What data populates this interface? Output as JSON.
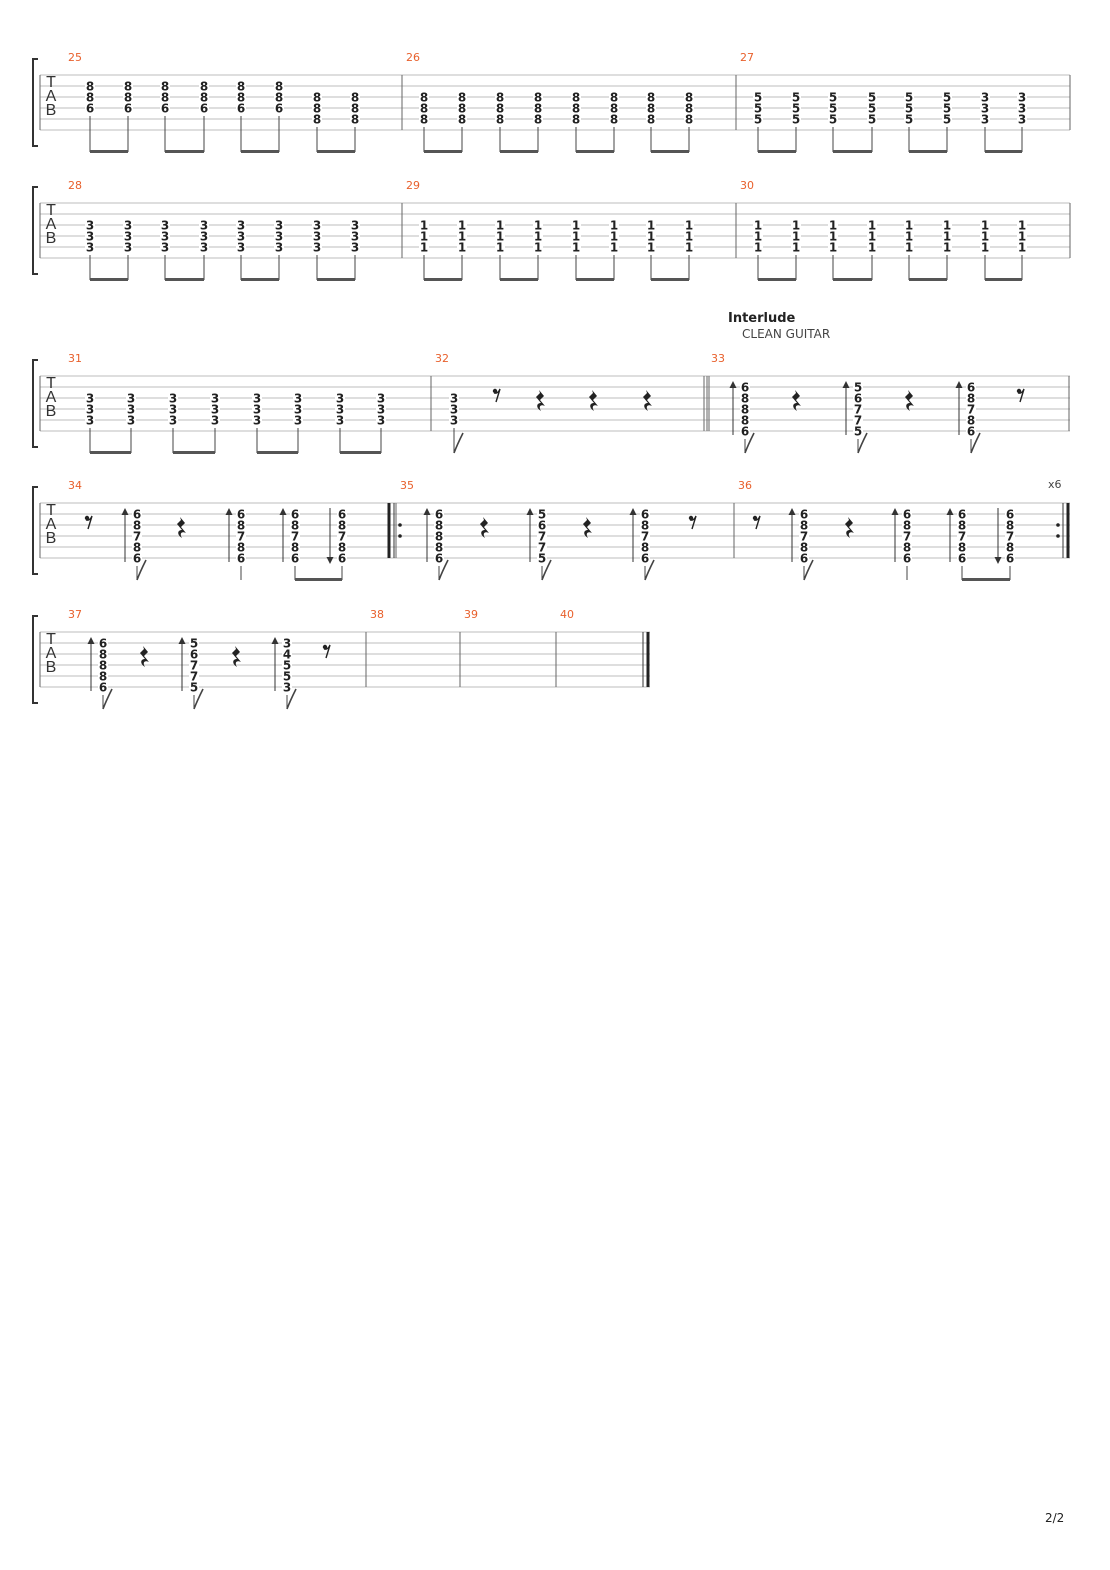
{
  "page": {
    "number": "2/2"
  },
  "section": {
    "title": "Interlude",
    "subtitle": "CLEAN GUITAR"
  },
  "tab_clef": [
    "T",
    "A",
    "B"
  ],
  "repeat": {
    "count_label": "x6"
  },
  "systems": [
    {
      "measures": [
        {
          "number": "25",
          "beats": [
            {
              "f": [
                null,
                "8",
                "8",
                "6",
                null,
                null
              ],
              "b": "p0"
            },
            {
              "f": [
                null,
                "8",
                "8",
                "6",
                null,
                null
              ],
              "b": "p1"
            },
            {
              "f": [
                null,
                "8",
                "8",
                "6",
                null,
                null
              ],
              "b": "p0"
            },
            {
              "f": [
                null,
                "8",
                "8",
                "6",
                null,
                null
              ],
              "b": "p1"
            },
            {
              "f": [
                null,
                "8",
                "8",
                "6",
                null,
                null
              ],
              "b": "p0"
            },
            {
              "f": [
                null,
                "8",
                "8",
                "6",
                null,
                null
              ],
              "b": "p1"
            },
            {
              "f": [
                null,
                null,
                "8",
                "8",
                "8",
                null
              ],
              "b": "p0"
            },
            {
              "f": [
                null,
                null,
                "8",
                "8",
                "8",
                null
              ],
              "b": "p1"
            }
          ]
        },
        {
          "number": "26",
          "beats": [
            {
              "f": [
                null,
                null,
                "8",
                "8",
                "8",
                null
              ],
              "b": "p0"
            },
            {
              "f": [
                null,
                null,
                "8",
                "8",
                "8",
                null
              ],
              "b": "p1"
            },
            {
              "f": [
                null,
                null,
                "8",
                "8",
                "8",
                null
              ],
              "b": "p0"
            },
            {
              "f": [
                null,
                null,
                "8",
                "8",
                "8",
                null
              ],
              "b": "p1"
            },
            {
              "f": [
                null,
                null,
                "8",
                "8",
                "8",
                null
              ],
              "b": "p0"
            },
            {
              "f": [
                null,
                null,
                "8",
                "8",
                "8",
                null
              ],
              "b": "p1"
            },
            {
              "f": [
                null,
                null,
                "8",
                "8",
                "8",
                null
              ],
              "b": "p0"
            },
            {
              "f": [
                null,
                null,
                "8",
                "8",
                "8",
                null
              ],
              "b": "p1"
            }
          ]
        },
        {
          "number": "27",
          "beats": [
            {
              "f": [
                null,
                null,
                "5",
                "5",
                "5",
                null
              ],
              "b": "p0"
            },
            {
              "f": [
                null,
                null,
                "5",
                "5",
                "5",
                null
              ],
              "b": "p1"
            },
            {
              "f": [
                null,
                null,
                "5",
                "5",
                "5",
                null
              ],
              "b": "p0"
            },
            {
              "f": [
                null,
                null,
                "5",
                "5",
                "5",
                null
              ],
              "b": "p1"
            },
            {
              "f": [
                null,
                null,
                "5",
                "5",
                "5",
                null
              ],
              "b": "p0"
            },
            {
              "f": [
                null,
                null,
                "5",
                "5",
                "5",
                null
              ],
              "b": "p1"
            },
            {
              "f": [
                null,
                null,
                "3",
                "3",
                "3",
                null
              ],
              "b": "p0"
            },
            {
              "f": [
                null,
                null,
                "3",
                "3",
                "3",
                null
              ],
              "b": "p1"
            }
          ]
        }
      ]
    },
    {
      "measures": [
        {
          "number": "28",
          "beats": [
            {
              "f": [
                null,
                null,
                "3",
                "3",
                "3",
                null
              ],
              "b": "p0"
            },
            {
              "f": [
                null,
                null,
                "3",
                "3",
                "3",
                null
              ],
              "b": "p1"
            },
            {
              "f": [
                null,
                null,
                "3",
                "3",
                "3",
                null
              ],
              "b": "p0"
            },
            {
              "f": [
                null,
                null,
                "3",
                "3",
                "3",
                null
              ],
              "b": "p1"
            },
            {
              "f": [
                null,
                null,
                "3",
                "3",
                "3",
                null
              ],
              "b": "p0"
            },
            {
              "f": [
                null,
                null,
                "3",
                "3",
                "3",
                null
              ],
              "b": "p1"
            },
            {
              "f": [
                null,
                null,
                "3",
                "3",
                "3",
                null
              ],
              "b": "p0"
            },
            {
              "f": [
                null,
                null,
                "3",
                "3",
                "3",
                null
              ],
              "b": "p1"
            }
          ]
        },
        {
          "number": "29",
          "beats": [
            {
              "f": [
                null,
                null,
                "1",
                "1",
                "1",
                null
              ],
              "b": "p0"
            },
            {
              "f": [
                null,
                null,
                "1",
                "1",
                "1",
                null
              ],
              "b": "p1"
            },
            {
              "f": [
                null,
                null,
                "1",
                "1",
                "1",
                null
              ],
              "b": "p0"
            },
            {
              "f": [
                null,
                null,
                "1",
                "1",
                "1",
                null
              ],
              "b": "p1"
            },
            {
              "f": [
                null,
                null,
                "1",
                "1",
                "1",
                null
              ],
              "b": "p0"
            },
            {
              "f": [
                null,
                null,
                "1",
                "1",
                "1",
                null
              ],
              "b": "p1"
            },
            {
              "f": [
                null,
                null,
                "1",
                "1",
                "1",
                null
              ],
              "b": "p0"
            },
            {
              "f": [
                null,
                null,
                "1",
                "1",
                "1",
                null
              ],
              "b": "p1"
            }
          ]
        },
        {
          "number": "30",
          "beats": [
            {
              "f": [
                null,
                null,
                "1",
                "1",
                "1",
                null
              ],
              "b": "p0"
            },
            {
              "f": [
                null,
                null,
                "1",
                "1",
                "1",
                null
              ],
              "b": "p1"
            },
            {
              "f": [
                null,
                null,
                "1",
                "1",
                "1",
                null
              ],
              "b": "p0"
            },
            {
              "f": [
                null,
                null,
                "1",
                "1",
                "1",
                null
              ],
              "b": "p1"
            },
            {
              "f": [
                null,
                null,
                "1",
                "1",
                "1",
                null
              ],
              "b": "p0"
            },
            {
              "f": [
                null,
                null,
                "1",
                "1",
                "1",
                null
              ],
              "b": "p1"
            },
            {
              "f": [
                null,
                null,
                "1",
                "1",
                "1",
                null
              ],
              "b": "p0"
            },
            {
              "f": [
                null,
                null,
                "1",
                "1",
                "1",
                null
              ],
              "b": "p1"
            }
          ]
        }
      ]
    },
    {
      "measures": [
        {
          "number": "31",
          "beats": [
            {
              "f": [
                null,
                null,
                "3",
                "3",
                "3",
                null
              ],
              "b": "p0"
            },
            {
              "f": [
                null,
                null,
                "3",
                "3",
                "3",
                null
              ],
              "b": "p1"
            },
            {
              "f": [
                null,
                null,
                "3",
                "3",
                "3",
                null
              ],
              "b": "p0"
            },
            {
              "f": [
                null,
                null,
                "3",
                "3",
                "3",
                null
              ],
              "b": "p1"
            },
            {
              "f": [
                null,
                null,
                "3",
                "3",
                "3",
                null
              ],
              "b": "p0"
            },
            {
              "f": [
                null,
                null,
                "3",
                "3",
                "3",
                null
              ],
              "b": "p1"
            },
            {
              "f": [
                null,
                null,
                "3",
                "3",
                "3",
                null
              ],
              "b": "p0"
            },
            {
              "f": [
                null,
                null,
                "3",
                "3",
                "3",
                null
              ],
              "b": "p1"
            }
          ]
        },
        {
          "number": "32",
          "beats": [
            {
              "f": [
                null,
                null,
                "3",
                "3",
                "3",
                null
              ],
              "b": "flag"
            },
            {
              "rest": "eighth"
            },
            {
              "rest": "quarter"
            },
            {
              "rest": "quarter"
            },
            {
              "rest": "quarter"
            }
          ]
        },
        {
          "number": "33",
          "beats": [
            {
              "f": [
                null,
                "6",
                "8",
                "8",
                "8",
                "6"
              ],
              "b": "flag",
              "s": "up"
            },
            {
              "rest": "quarter"
            },
            {
              "f": [
                null,
                "5",
                "6",
                "7",
                "7",
                "5"
              ],
              "b": "flag",
              "s": "up"
            },
            {
              "rest": "quarter"
            },
            {
              "f": [
                null,
                "6",
                "8",
                "7",
                "8",
                "6"
              ],
              "b": "flag",
              "s": "up"
            },
            {
              "rest": "eighth"
            }
          ]
        }
      ]
    },
    {
      "measures": [
        {
          "number": "34",
          "beats": [
            {
              "rest": "eighth"
            },
            {
              "f": [
                null,
                "6",
                "8",
                "7",
                "8",
                "6"
              ],
              "b": "flag",
              "s": "up"
            },
            {
              "rest": "quarter"
            },
            {
              "f": [
                null,
                "6",
                "8",
                "7",
                "8",
                "6"
              ],
              "b": "stem",
              "s": "up"
            },
            {
              "f": [
                null,
                "6",
                "8",
                "7",
                "8",
                "6"
              ],
              "b": "p0",
              "s": "up"
            },
            {
              "f": [
                null,
                "6",
                "8",
                "7",
                "8",
                "6"
              ],
              "b": "p1",
              "s": "down"
            }
          ]
        },
        {
          "number": "35",
          "beats": [
            {
              "f": [
                null,
                "6",
                "8",
                "8",
                "8",
                "6"
              ],
              "b": "flag",
              "s": "up"
            },
            {
              "rest": "quarter"
            },
            {
              "f": [
                null,
                "5",
                "6",
                "7",
                "7",
                "5"
              ],
              "b": "flag",
              "s": "up"
            },
            {
              "rest": "quarter"
            },
            {
              "f": [
                null,
                "6",
                "8",
                "7",
                "8",
                "6"
              ],
              "b": "flag",
              "s": "up"
            },
            {
              "rest": "eighth"
            }
          ]
        },
        {
          "number": "36",
          "beats": [
            {
              "rest": "eighth"
            },
            {
              "f": [
                null,
                "6",
                "8",
                "7",
                "8",
                "6"
              ],
              "b": "flag",
              "s": "up"
            },
            {
              "rest": "quarter"
            },
            {
              "f": [
                null,
                "6",
                "8",
                "7",
                "8",
                "6"
              ],
              "b": "stem",
              "s": "up"
            },
            {
              "f": [
                null,
                "6",
                "8",
                "7",
                "8",
                "6"
              ],
              "b": "p0",
              "s": "up"
            },
            {
              "f": [
                null,
                "6",
                "8",
                "7",
                "8",
                "6"
              ],
              "b": "p1",
              "s": "down"
            }
          ]
        }
      ]
    },
    {
      "measures": [
        {
          "number": "37",
          "beats": [
            {
              "f": [
                null,
                "6",
                "8",
                "8",
                "8",
                "6"
              ],
              "b": "flag",
              "s": "up"
            },
            {
              "rest": "quarter"
            },
            {
              "f": [
                null,
                "5",
                "6",
                "7",
                "7",
                "5"
              ],
              "b": "flag",
              "s": "up"
            },
            {
              "rest": "quarter"
            },
            {
              "f": [
                null,
                "3",
                "4",
                "5",
                "5",
                "3"
              ],
              "b": "flag",
              "s": "up"
            },
            {
              "rest": "eighth"
            }
          ]
        },
        {
          "number": "38",
          "beats": []
        },
        {
          "number": "39",
          "beats": []
        },
        {
          "number": "40",
          "beats": []
        }
      ]
    }
  ]
}
